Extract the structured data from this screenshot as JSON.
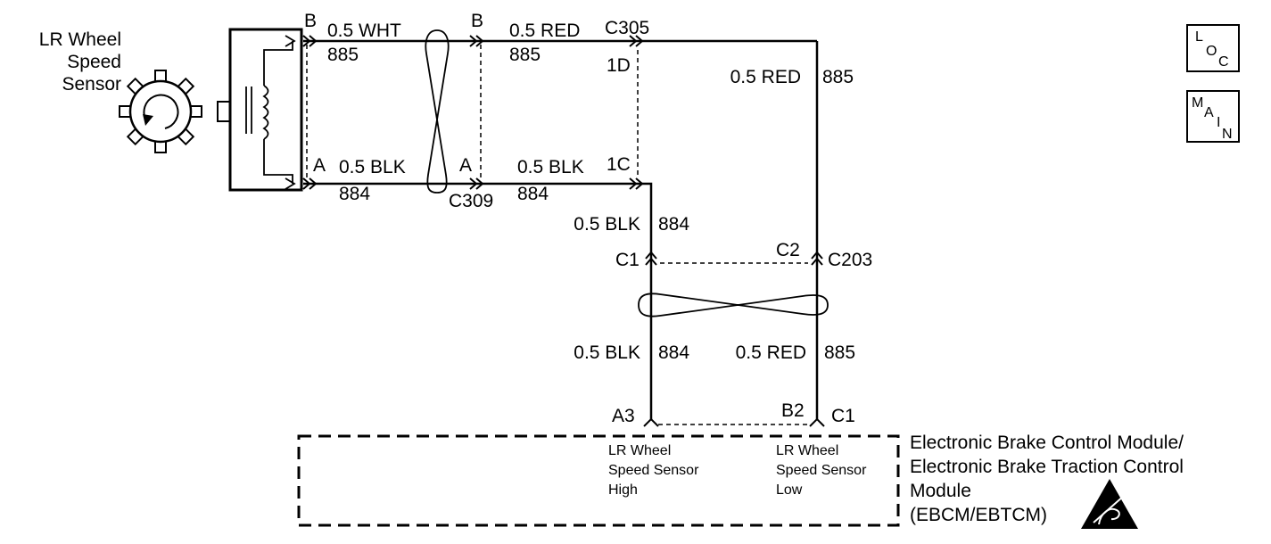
{
  "sensor": {
    "line1": "LR Wheel",
    "line2": "Speed",
    "line3": "Sensor"
  },
  "upper": {
    "pin_b1": "B",
    "pin_a1": "A",
    "wht_label": "0.5 WHT",
    "wht_circuit": "885",
    "blk_label1": "0.5 BLK",
    "blk_circuit1": "884",
    "pin_b2": "B",
    "pin_a2": "A",
    "red_label2": "0.5 RED",
    "red_circuit2": "885",
    "blk_label2": "0.5 BLK",
    "blk_circuit2": "884",
    "c309": "C309",
    "c305": "C305",
    "pin_1d": "1D",
    "pin_1c": "1C"
  },
  "right_run": {
    "red_label": "0.5 RED",
    "red_circuit": "885"
  },
  "mid": {
    "blk_label": "0.5 BLK",
    "blk_circuit": "884",
    "c1": "C1",
    "c2": "C2",
    "c203": "C203"
  },
  "lower": {
    "blk_label": "0.5 BLK",
    "blk_circuit": "884",
    "red_label": "0.5 RED",
    "red_circuit": "885"
  },
  "module": {
    "pin_a3": "A3",
    "pin_b2": "B2",
    "conn_c1": "C1",
    "high_l1": "LR Wheel",
    "high_l2": "Speed Sensor",
    "high_l3": "High",
    "low_l1": "LR Wheel",
    "low_l2": "Speed Sensor",
    "low_l3": "Low",
    "name_l1": "Electronic Brake Control Module/",
    "name_l2": "Electronic Brake Traction Control",
    "name_l3": "Module",
    "name_l4": "(EBCM/EBTCM)"
  },
  "icons": {
    "loc": {
      "l1": "L",
      "l2": "O",
      "l3": "C"
    },
    "main": {
      "l1": "M",
      "l2": "A",
      "l3": "I",
      "l4": "N"
    }
  }
}
